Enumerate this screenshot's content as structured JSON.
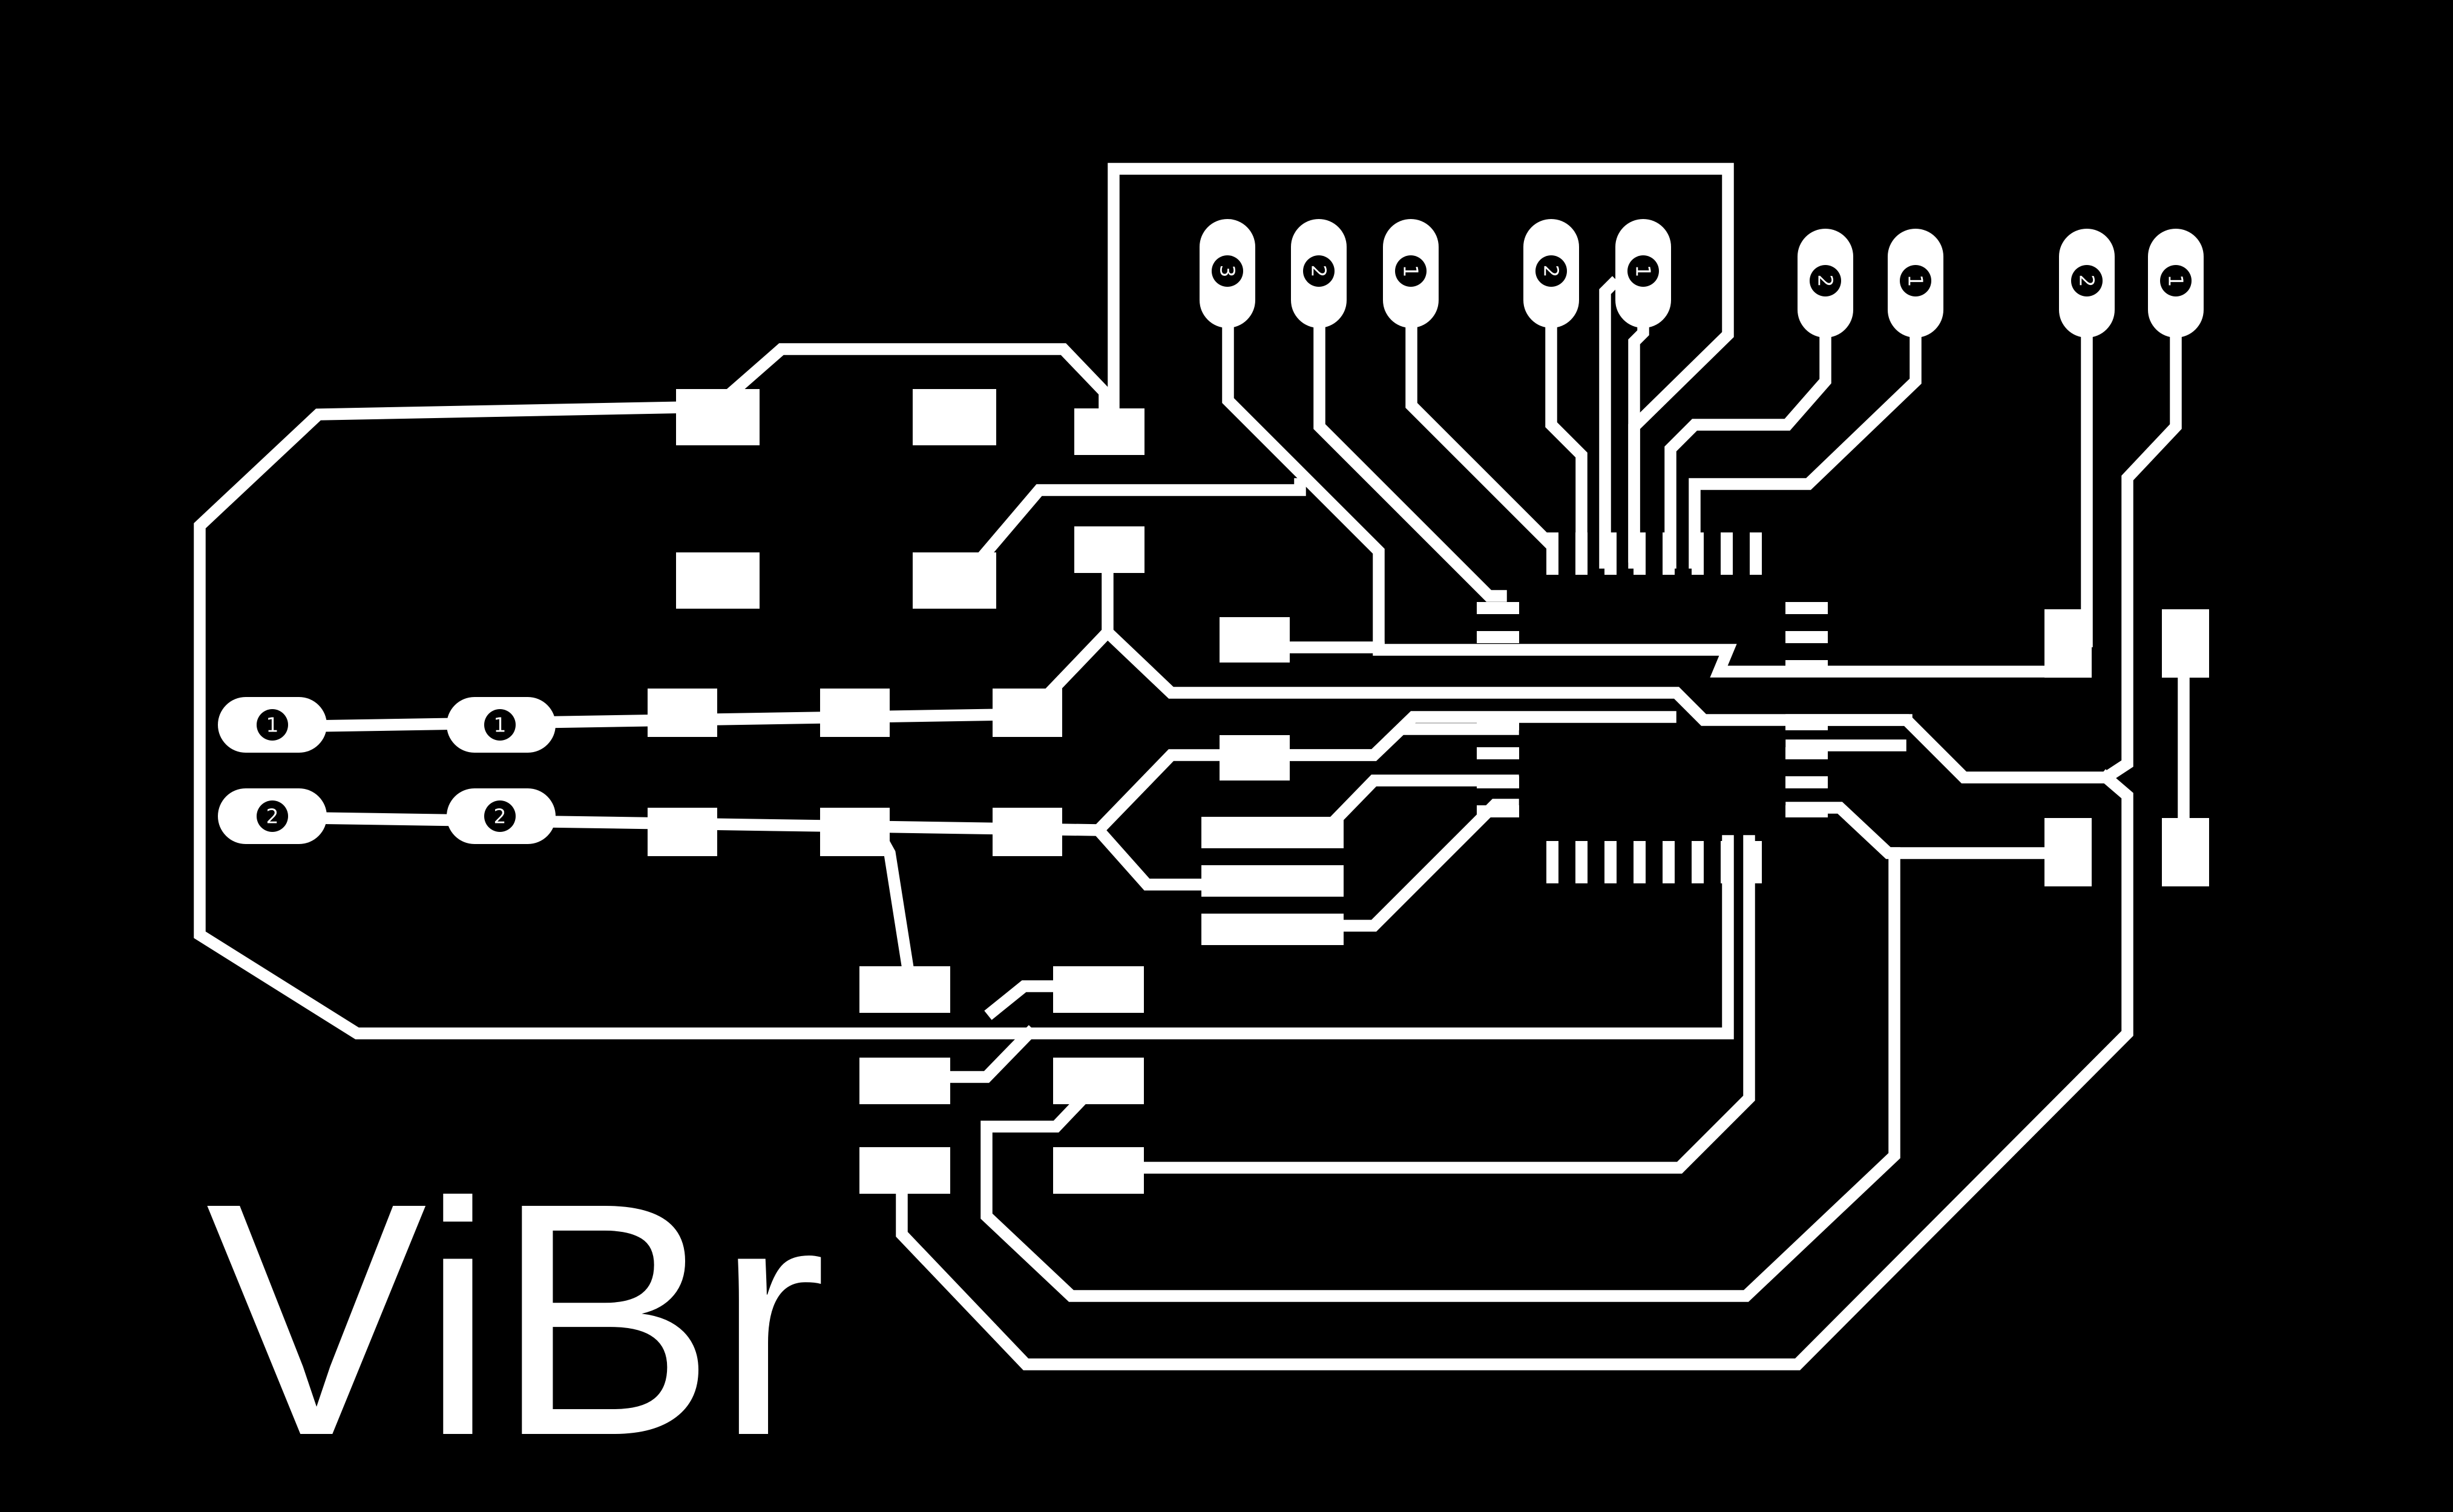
{
  "board": {
    "background": "#000000",
    "copper_color": "#ffffff",
    "label": "ViBr"
  },
  "connectors": {
    "header_3pin": [
      "3",
      "2",
      "1"
    ],
    "header_top_a": [
      "2",
      "1"
    ],
    "header_top_b": [
      "2",
      "1"
    ],
    "header_top_c": [
      "2",
      "1"
    ],
    "left_in_a": [
      "1",
      "1"
    ],
    "left_in_b": [
      "2",
      "2"
    ]
  }
}
